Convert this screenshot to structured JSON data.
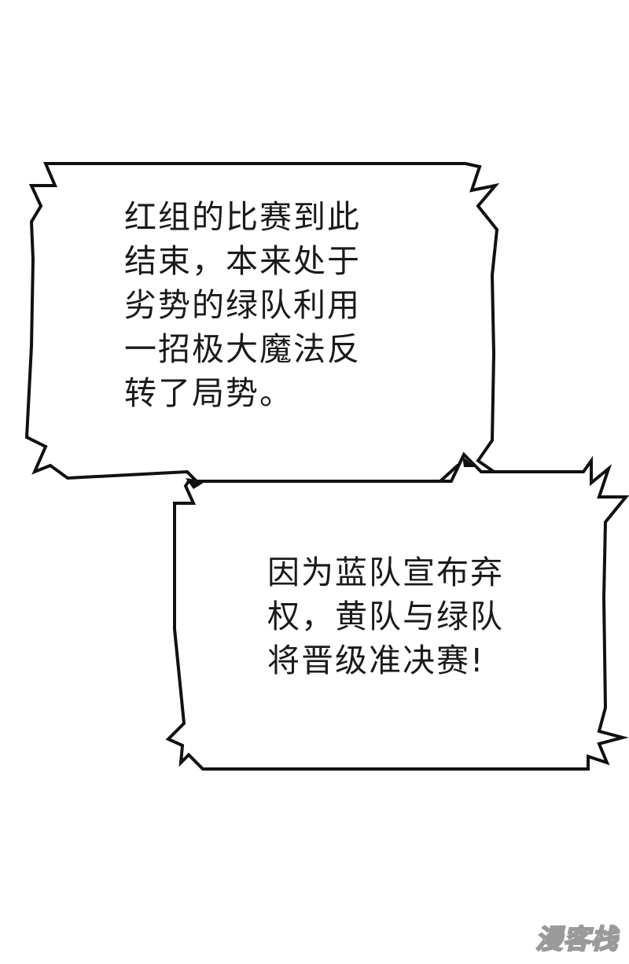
{
  "bubbles": {
    "top": {
      "lines": [
        "红组的比赛到此",
        "结束，本来处于",
        "劣势的绿队利用",
        "一招极大魔法反",
        "转了局势。"
      ]
    },
    "bottom": {
      "lines": [
        "因为蓝队宣布弃",
        "权，黄队与绿队",
        "将晋级准决赛!"
      ]
    }
  },
  "watermark": {
    "text": "漫客栈"
  },
  "colors": {
    "background": "#ffffff",
    "bubble_fill": "#ffffff",
    "bubble_outline": "#111111",
    "text": "#1a1a1a",
    "watermark": "#9a9a9a"
  }
}
